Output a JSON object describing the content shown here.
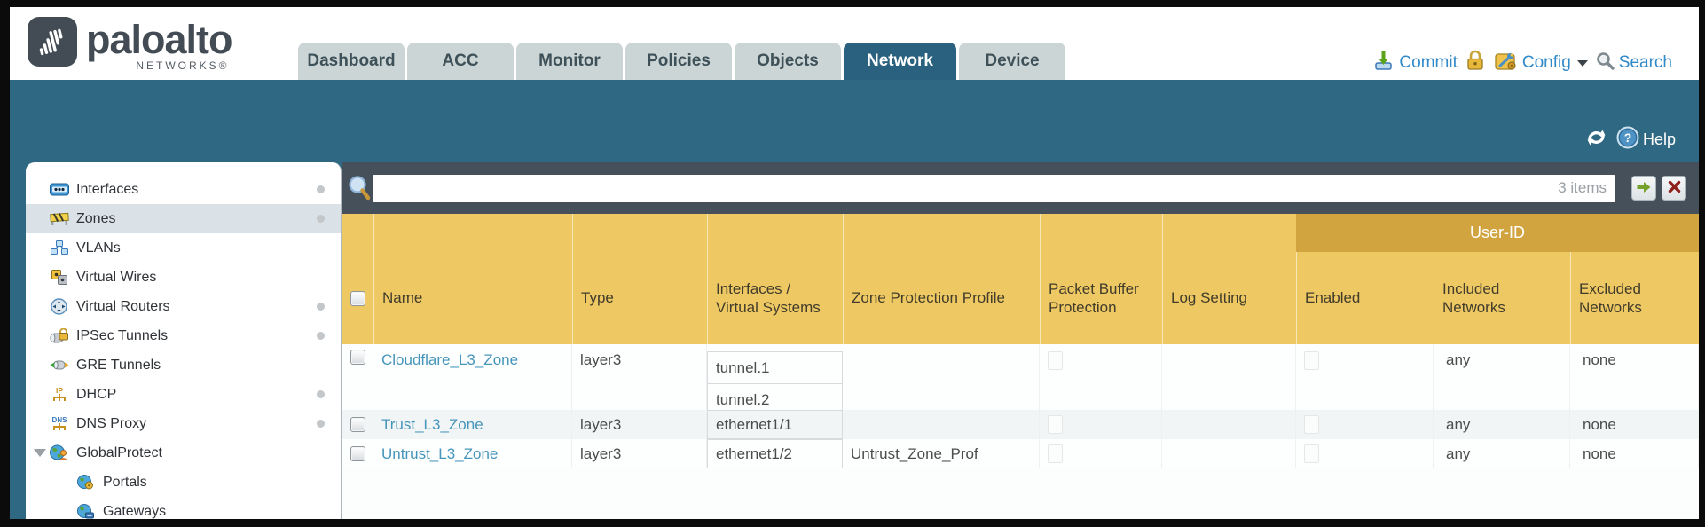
{
  "header": {
    "logo": {
      "brand": "paloalto",
      "sub": "NETWORKS®"
    },
    "tabs": [
      {
        "label": "Dashboard"
      },
      {
        "label": "ACC"
      },
      {
        "label": "Monitor"
      },
      {
        "label": "Policies"
      },
      {
        "label": "Objects"
      },
      {
        "label": "Network",
        "active": true
      },
      {
        "label": "Device"
      }
    ],
    "actions": {
      "commit": "Commit",
      "config": "Config",
      "search": "Search"
    }
  },
  "toolbar": {
    "help": "Help"
  },
  "sidebar": {
    "items": [
      {
        "label": "Interfaces"
      },
      {
        "label": "Zones"
      },
      {
        "label": "VLANs"
      },
      {
        "label": "Virtual Wires"
      },
      {
        "label": "Virtual Routers"
      },
      {
        "label": "IPSec Tunnels"
      },
      {
        "label": "GRE Tunnels"
      },
      {
        "label": "DHCP"
      },
      {
        "label": "DNS Proxy"
      },
      {
        "label": "GlobalProtect"
      },
      {
        "label": "Portals"
      },
      {
        "label": "Gateways"
      }
    ],
    "selected": "Zones"
  },
  "filter": {
    "count_label": "3 items"
  },
  "table": {
    "group_label": "User-ID",
    "columns": {
      "name": "Name",
      "type": "Type",
      "interfaces": "Interfaces / Virtual Systems",
      "zpp": "Zone Protection Profile",
      "pbp": "Packet Buffer Protection",
      "log": "Log Setting",
      "enabled": "Enabled",
      "included": "Included Networks",
      "excluded": "Excluded Networks"
    },
    "rows": [
      {
        "name": "Cloudflare_L3_Zone",
        "type": "layer3",
        "interfaces": [
          "tunnel.1",
          "tunnel.2"
        ],
        "zone_protection_profile": "",
        "log_setting": "",
        "included_networks": "any",
        "excluded_networks": "none"
      },
      {
        "name": "Trust_L3_Zone",
        "type": "layer3",
        "interfaces": [
          "ethernet1/1"
        ],
        "zone_protection_profile": "",
        "log_setting": "",
        "included_networks": "any",
        "excluded_networks": "none"
      },
      {
        "name": "Untrust_L3_Zone",
        "type": "layer3",
        "interfaces": [
          "ethernet1/2"
        ],
        "zone_protection_profile": "Untrust_Zone_Prof",
        "log_setting": "",
        "included_networks": "any",
        "excluded_networks": "none"
      }
    ]
  },
  "colors": {
    "teal_band": "#2e6882",
    "active_tab": "#2a617f",
    "amber_header": "#eec863",
    "amber_group": "#d2a440",
    "slate_filterbar": "#46505a",
    "link_blue": "#4695ba",
    "action_blue": "#3089c8"
  }
}
